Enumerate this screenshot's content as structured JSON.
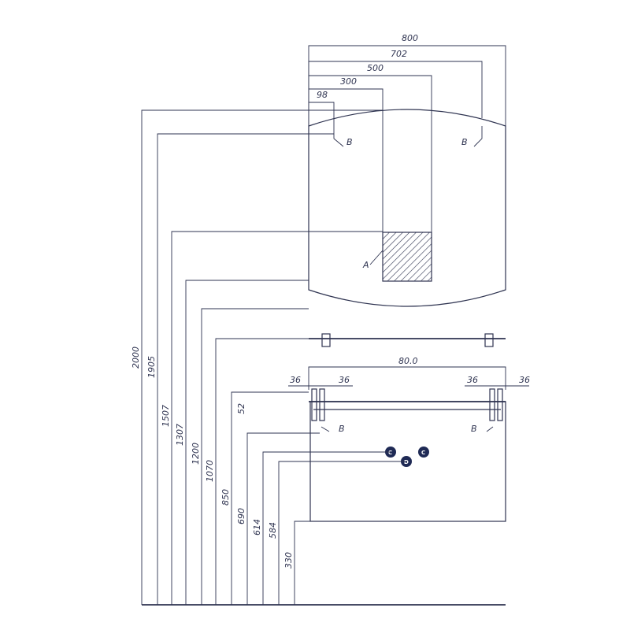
{
  "top_dimensions": [
    "800",
    "702",
    "500",
    "300",
    "98"
  ],
  "vertical_dimensions": [
    "2000",
    "1905",
    "1507",
    "1307",
    "1200",
    "1070",
    "850",
    "52",
    "690",
    "614",
    "584",
    "330"
  ],
  "cabinet_width": "80.0",
  "side_spacings": [
    "36",
    "36",
    "36",
    "36"
  ],
  "labels": {
    "b": "B",
    "a": "A",
    "c": "C",
    "d": "D"
  },
  "colors": {
    "line": "#2e3350",
    "port": "#1f2a55"
  }
}
